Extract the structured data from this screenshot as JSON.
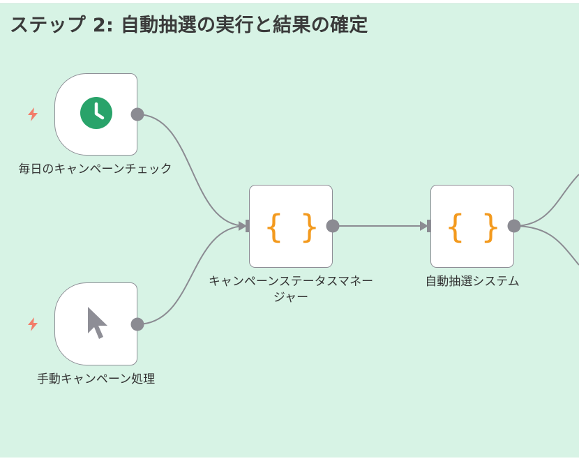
{
  "canvas": {
    "background": "#d7f3e5",
    "sticky_title": "ステップ 2: 自動抽選の実行と結果の確定"
  },
  "colors": {
    "node_border": "#8e8e96",
    "connector": "#8b8b92",
    "trigger_bolt": "#f27d6b",
    "clock": "#29a36a",
    "code_braces": "#f39a1e",
    "cursor": "#8e8e96"
  },
  "nodes": [
    {
      "id": "daily-check",
      "label": "毎日のキャンペーンチェック",
      "kind": "trigger",
      "icon": "clock-icon"
    },
    {
      "id": "manual",
      "label": "手動キャンペーン処理",
      "kind": "trigger",
      "icon": "cursor-icon"
    },
    {
      "id": "status-manager",
      "label": "キャンペーンステータスマネージャー",
      "kind": "code",
      "icon": "code-braces-icon",
      "glyph": "{ }"
    },
    {
      "id": "lottery",
      "label": "自動抽選システム",
      "kind": "code",
      "icon": "code-braces-icon",
      "glyph": "{ }"
    }
  ]
}
